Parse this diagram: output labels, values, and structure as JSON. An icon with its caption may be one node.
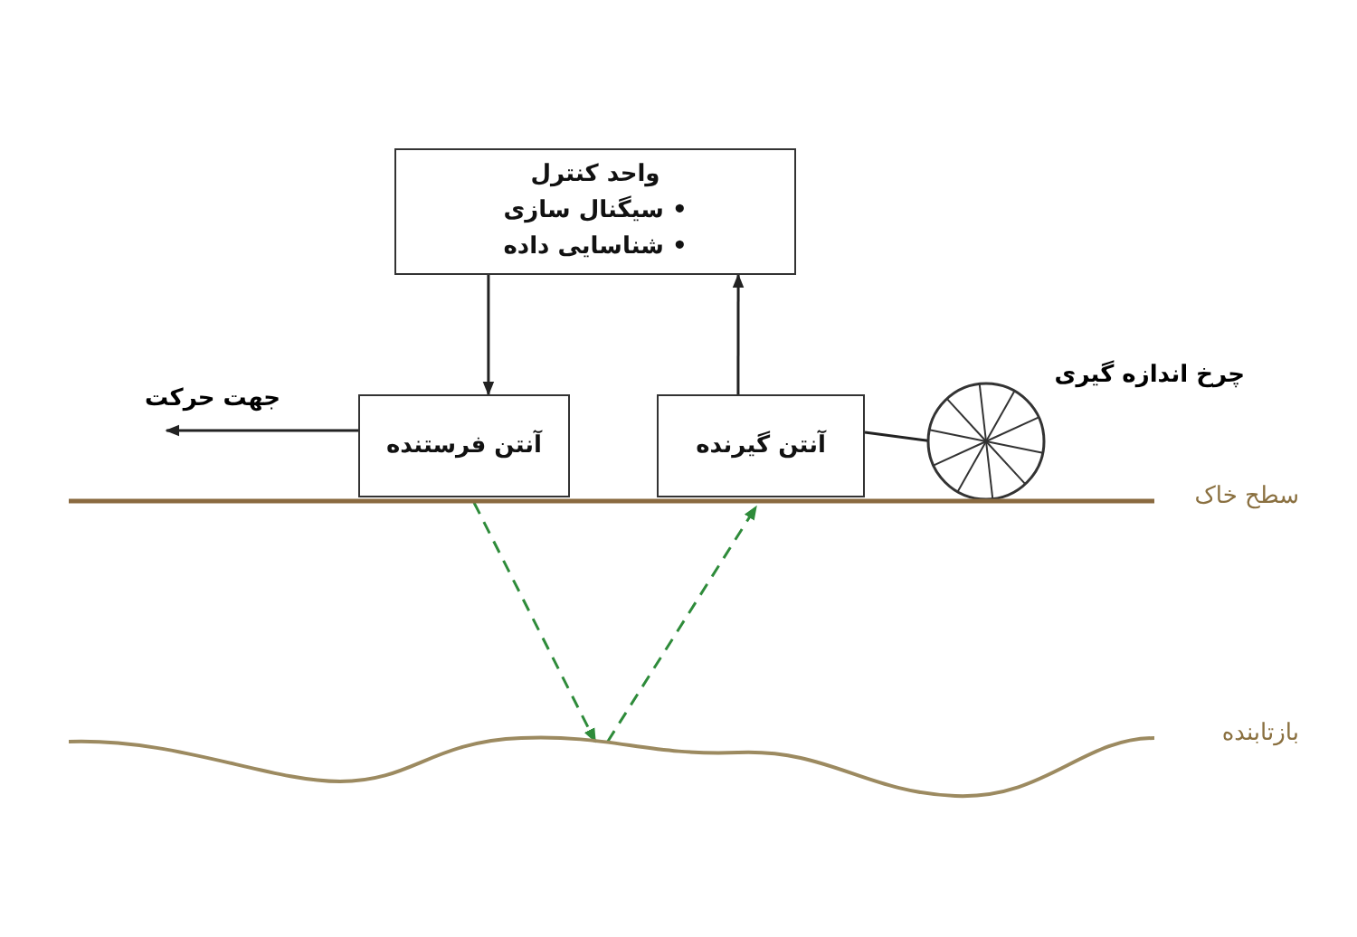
{
  "diagram": {
    "nodes": [
      {
        "text": [
          "واحد کنترل",
          "• سیگنال سازی",
          "• شناسایی داده"
        ]
      },
      {
        "text": [
          "آنتن فرستنده"
        ]
      },
      {
        "text": [
          "آنتن گیرنده"
        ]
      },
      {
        "text": [
          "چرخ اندازه گیری"
        ]
      },
      {
        "text": [
          "بازتابنده"
        ]
      },
      {
        "text": [
          "سطح خاک"
        ]
      }
    ],
    "edges": [
      {
        "from": 0,
        "to": 1,
        "arrow": "to"
      },
      {
        "from": 2,
        "to": 0,
        "arrow": "to"
      },
      {
        "from": 1,
        "to": 4,
        "arrow": "to",
        "style": "dashed",
        "color": "#2e8b3a"
      },
      {
        "from": 4,
        "to": 2,
        "arrow": "to",
        "style": "dashed",
        "color": "#2e8b3a"
      },
      {
        "from": 2,
        "to": 3,
        "arrow": "none"
      },
      {
        "from": 1,
        "to": null,
        "arrow": "to",
        "label": "جهت حرکت"
      }
    ]
  }
}
